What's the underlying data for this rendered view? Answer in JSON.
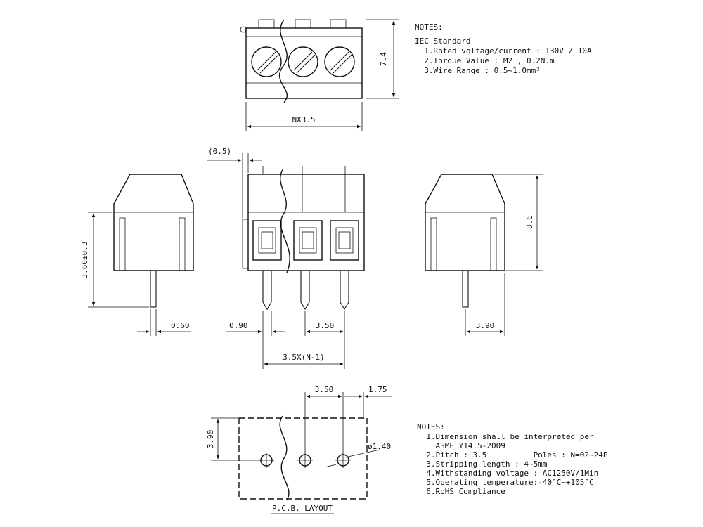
{
  "top_view": {
    "width_label": "NX3.5",
    "height_label": "7.4",
    "screw_count": 3
  },
  "front_view": {
    "tolerance_label": "(0.5)",
    "offset_label": "0.90",
    "pitch_label": "3.50",
    "span_label": "3.5X(N-1)"
  },
  "left_view": {
    "height_label": "3.60±0.3",
    "pin_width_label": "0.60"
  },
  "right_view": {
    "height_label": "8.6",
    "depth_label": "3.90"
  },
  "pcb_layout": {
    "caption": "P.C.B. LAYOUT",
    "pitch_label": "3.50",
    "edge_label": "1.75",
    "height_label": "3.90",
    "hole_label": "ø1.40"
  },
  "notes_top": {
    "heading": "NOTES:",
    "lines": [
      "IEC Standard",
      "  1.Rated voltage/current : 130V / 10A",
      "  2.Torque Value : M2 , 0.2N.m",
      "  3.Wire Range : 0.5~1.0mm²"
    ]
  },
  "notes_bottom": {
    "heading": "NOTES:",
    "lines": [
      "  1.Dimension shall be interpreted per",
      "    ASME Y14.5-2009",
      "  2.Pitch : 3.5          Poles : N=02~24P",
      "  3.Stripping length : 4~5mm",
      "  4.Withstanding voltage : AC1250V/1Min",
      "  5.Operating temperature:-40°C~+105°C",
      "  6.RoHS Compliance"
    ]
  }
}
